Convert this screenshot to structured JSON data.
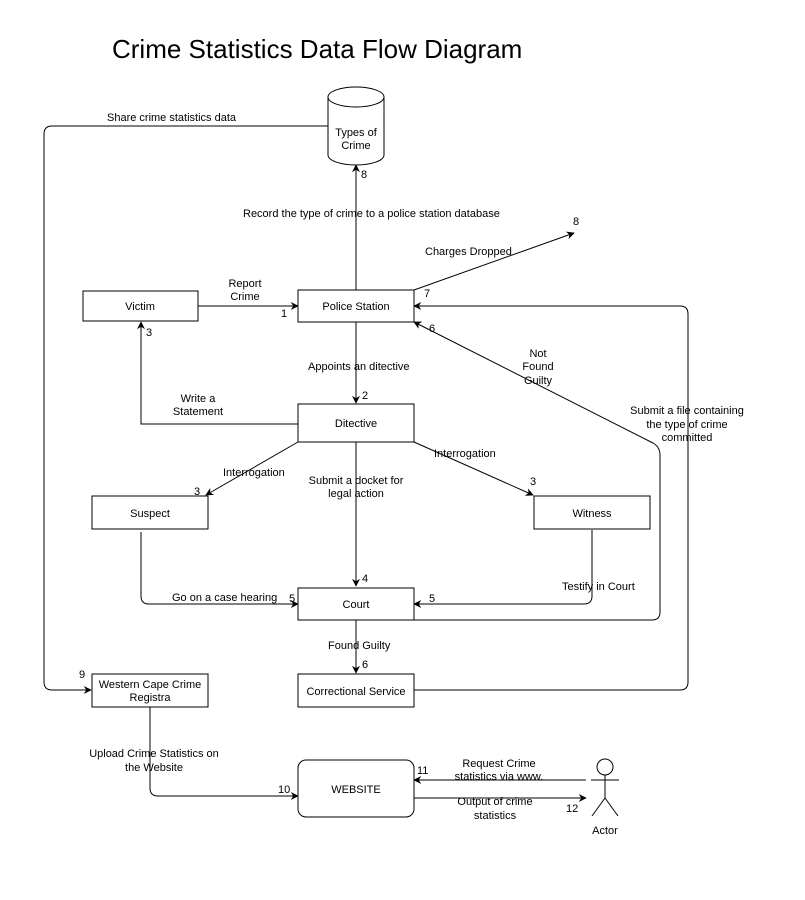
{
  "title": "Crime Statistics Data Flow Diagram",
  "nodes": {
    "types_of_crime": [
      "Types of",
      "Crime"
    ],
    "victim": "Victim",
    "police_station": "Police Station",
    "ditective": "Ditective",
    "suspect": "Suspect",
    "witness": "Witness",
    "court": "Court",
    "correctional": "Correctional Service",
    "registra": [
      "Western Cape Crime",
      "Registra"
    ],
    "website": "WEBSITE",
    "actor": "Actor"
  },
  "labels": {
    "share_stats": "Share crime statistics data",
    "record_type": "Record the type of crime to a police station database",
    "charges_dropped": "Charges Dropped",
    "report_crime": [
      "Report",
      "Crime"
    ],
    "appoints": "Appoints an ditective",
    "not_found_guilty": [
      "Not",
      "Found",
      "Guilty"
    ],
    "write_statement": [
      "Write a",
      "Statement"
    ],
    "submit_file": [
      "Submit a file containing",
      "the type of crime",
      "committed"
    ],
    "interrogation_left": "Interrogation",
    "interrogation_right": "Interrogation",
    "submit_docket": [
      "Submit a docket for",
      "legal action"
    ],
    "case_hearing": "Go on a case hearing",
    "testify": "Testify in Court",
    "found_guilty": "Found Guilty",
    "upload": [
      "Upload Crime Statistics on",
      "the Website"
    ],
    "request": [
      "Request Crime",
      "statistics via www."
    ],
    "output": [
      "Output of crime",
      "statistics"
    ]
  },
  "numbers": {
    "n_types_in": "8",
    "n_charges": "8",
    "n_police_in": "1",
    "n_police_file": "7",
    "n_police_ng": "6",
    "n_victim": "3",
    "n_ditective": "2",
    "n_suspect": "3",
    "n_witness": "3",
    "n_court_top": "4",
    "n_court_left": "5",
    "n_court_right": "5",
    "n_correctional": "6",
    "n_registra": "9",
    "n_website_left": "10",
    "n_website_right": "11",
    "n_actor": "12"
  }
}
